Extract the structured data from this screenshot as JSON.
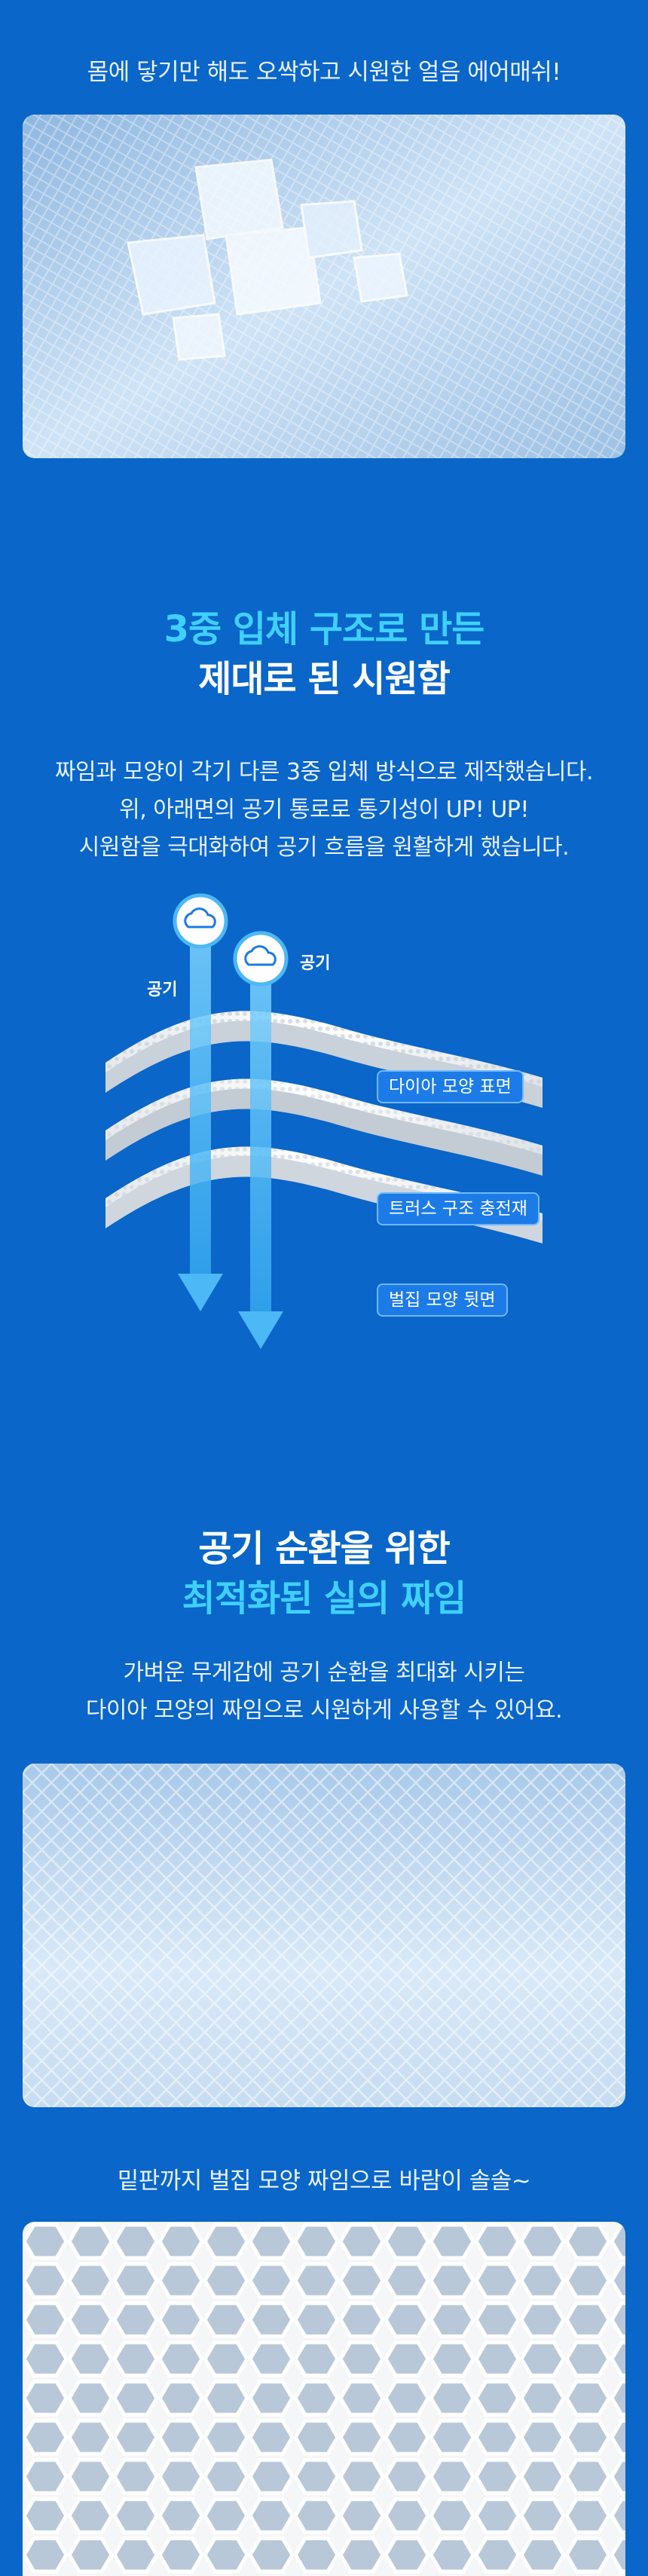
{
  "section1": {
    "caption": "몸에 닿기만 해도 오싹하고 시원한 얼음 에어매쉬!"
  },
  "section2": {
    "headline_line1": "3중 입체 구조로 만든",
    "headline_line2": "제대로 된 시원함",
    "paragraph": [
      "짜임과 모양이 각기 다른 3중 입체 방식으로 제작했습니다.",
      "위, 아래면의 공기 통로로 통기성이 UP! UP!",
      "시원함을 극대화하여 공기 흐름을 원활하게 했습니다."
    ],
    "diagram": {
      "air_label_left": "공기",
      "air_label_right": "공기",
      "layer_labels": [
        "다이아 모양 표면",
        "트러스 구조 충전재",
        "벌집 모양 뒷면"
      ]
    }
  },
  "section3": {
    "headline_line1": "공기 순환을 위한",
    "headline_line2": "최적화된 실의 짜임",
    "paragraph": [
      "가벼운 무게감에 공기 순환을 최대화 시키는",
      "다이아 모양의 짜임으로 시원하게 사용할 수 있어요."
    ]
  },
  "section4": {
    "caption": "밑판까지 벌집 모양 짜임으로 바람이 솔솔~"
  },
  "colors": {
    "background": "#0A66C8",
    "accent_cyan": "#3FD0FF",
    "tag_blue": "#1C7BE6"
  }
}
